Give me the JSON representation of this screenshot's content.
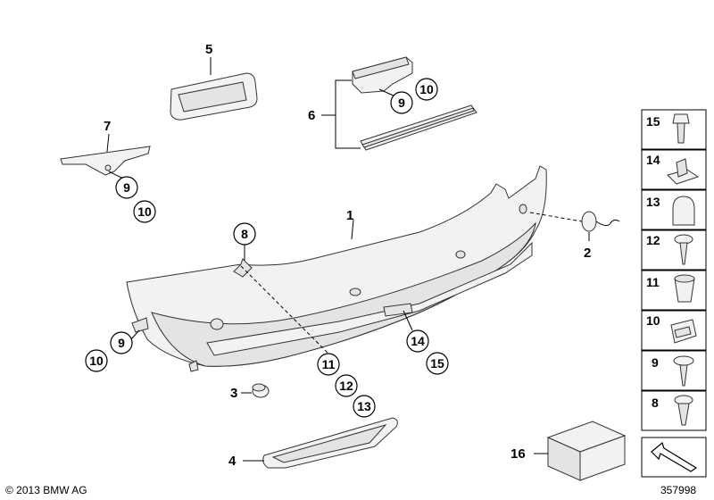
{
  "callouts": {
    "c1": "1",
    "c2": "2",
    "c3": "3",
    "c4": "4",
    "c5": "5",
    "c6": "6",
    "c7": "7",
    "c8": "8",
    "c9a": "9",
    "c10a": "10",
    "c9b": "9",
    "c10b": "10",
    "c9c": "9",
    "c10c": "10",
    "c11": "11",
    "c12": "12",
    "c13": "13",
    "c14": "14",
    "c15": "15",
    "c16": "16"
  },
  "sidebar": {
    "items": [
      {
        "num": "15",
        "icon": "screw-bolt-icon"
      },
      {
        "num": "14",
        "icon": "clip-nut-icon"
      },
      {
        "num": "13",
        "icon": "cap-icon"
      },
      {
        "num": "12",
        "icon": "self-tapping-screw-icon"
      },
      {
        "num": "11",
        "icon": "expanding-nut-icon"
      },
      {
        "num": "10",
        "icon": "clip-icon"
      },
      {
        "num": "9",
        "icon": "screw-icon"
      },
      {
        "num": "8",
        "icon": "expanding-rivet-icon"
      }
    ]
  },
  "footer": {
    "copyright": "© 2013 BMW AG",
    "diagram_id": "357998"
  },
  "colors": {
    "line": "#000000",
    "part_fill": "#f2f2f2",
    "part_shade": "#e4e4e4"
  }
}
